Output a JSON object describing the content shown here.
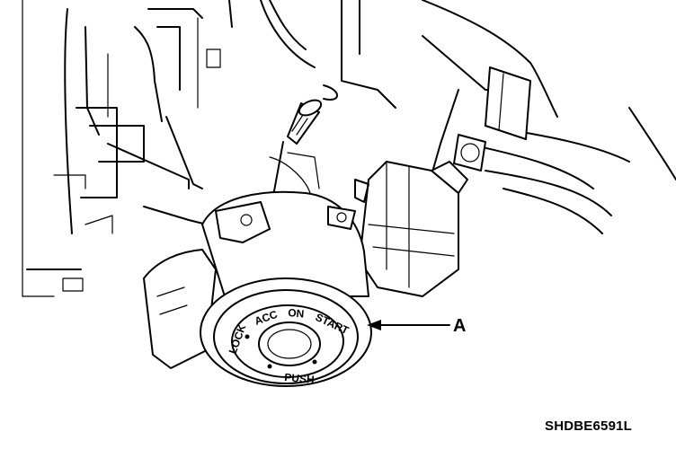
{
  "figure": {
    "callout_label": "A",
    "figure_code": "SHDBE6591L",
    "ignition_positions": [
      "LOCK",
      "ACC",
      "ON",
      "START"
    ],
    "push_label": "PUSH"
  }
}
